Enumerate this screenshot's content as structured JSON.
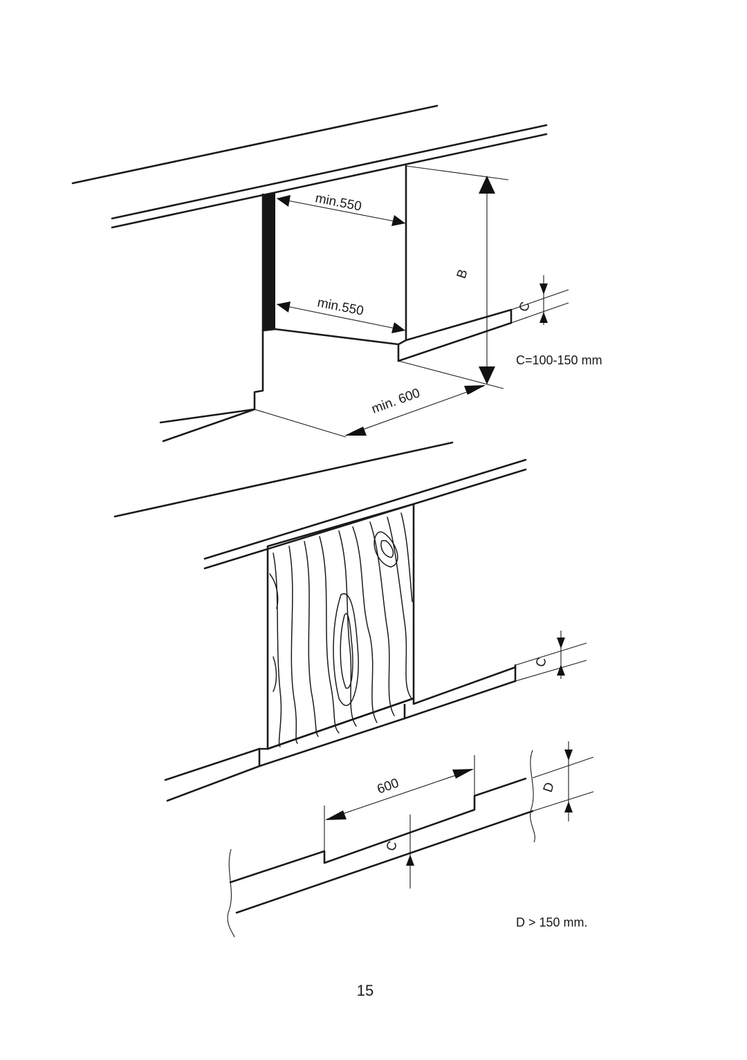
{
  "figure_top": {
    "dim_width_top": "min.550",
    "dim_width_bottom": "min.550",
    "dim_depth": "min. 600",
    "dim_height": "B",
    "dim_plinth": "C",
    "note": "C=100-150 mm"
  },
  "figure_bottom": {
    "dim_plinth_upper": "C",
    "dim_width": "600",
    "dim_plinth_lower": "C",
    "dim_recess": "D",
    "note": "D > 150 mm."
  },
  "page_number": "15"
}
